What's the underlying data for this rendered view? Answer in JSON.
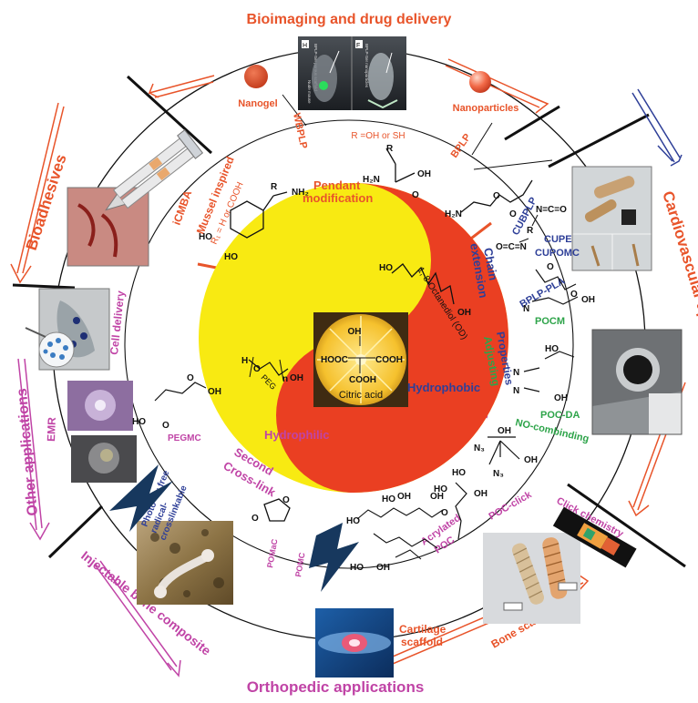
{
  "sections": {
    "top": "Bioimaging and drug delivery",
    "bottom": "Orthopedic applications",
    "left_upper": "Bioadhesives",
    "left_lower": "Other applications",
    "right": "Cardiovascular applications",
    "bottom_left": "Injectable bone composite",
    "bottom_right": "Bone scaffolds"
  },
  "polymers": {
    "wbplp": "WBPLP",
    "bplp": "BPLP",
    "icmba": "iCMBA",
    "cubplp": "CUBPLP",
    "cupe": "CUPE",
    "cupomc": "CUPOMC",
    "bplp_pla": "BPLP-PLA",
    "pocm": "POCM",
    "poc_da": "POC-DA",
    "no_combinding": "NO-combinding",
    "pegmc": "PEGMC",
    "pomac": "POMaC",
    "pomc": "POMC",
    "acrylated_poc": "Acrylated POC",
    "poc_click": "POC-click"
  },
  "strategies": {
    "pendant": "Pendant modification",
    "chain": "Chain extension",
    "properties": "Properties Adjusting",
    "second": "Second Cross-link",
    "mussel": "Mussel inspired",
    "mussel_r": "R₁ = H or COOH",
    "r_def": "R =OH or SH",
    "photo": "Photo- or free radical- crosslinkable"
  },
  "labels": {
    "nanogel": "Nanogel",
    "nanoparticles": "Nanoparticles",
    "cell_delivery": "Cell delivery",
    "emr": "EMR",
    "click_chemistry": "Click chemistry",
    "cartilage": "Cartilage scaffold",
    "inset_h": "H",
    "inset_f": "F",
    "inset_h_txt": "BPLP-Ser porous scaffold",
    "inset_f_txt": "BPLP-Ser nanoparticles",
    "inset_nude": "Nude mouse"
  },
  "core": {
    "hydrophilic": "Hydrophilic",
    "hydrophobic": "Hydrophobic",
    "citric": "Citric acid",
    "octanediol": "1, 8-Octanediol (OD)",
    "peg": "PEG"
  },
  "colors": {
    "orange": "#e8542a",
    "pink": "#c044a6",
    "blue": "#2e3f98",
    "green": "#2ea44a",
    "yellow": "#f8ea12",
    "red_core": "#ea3f22",
    "dark_navy": "#17385e"
  }
}
